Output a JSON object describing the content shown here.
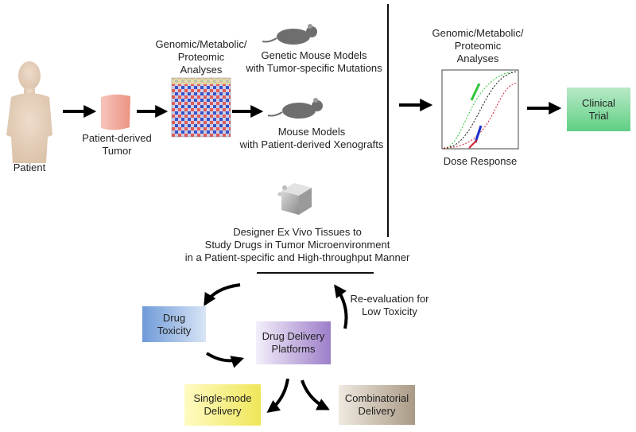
{
  "labels": {
    "patient": "Patient",
    "tumor": "Patient-derived\nTumor",
    "analyses_left": "Genomic/Metabolic/\nProteomic\nAnalyses",
    "mouse_genetic": "Genetic Mouse Models\nwith Tumor-specific Mutations",
    "mouse_xeno": "Mouse Models\nwith Patient-derived Xenografts",
    "analyses_right": "Genomic/Metabolic/\nProteomic\nAnalyses",
    "dose_response": "Dose Response",
    "ex_vivo": "Designer Ex Vivo Tissues to\nStudy Drugs in Tumor Microenvironment\nin a Patient-specific and High-throughput Manner",
    "reevaluation": "Re-evaluation for\nLow Toxicity"
  },
  "boxes": {
    "clinical_trial": "Clinical\nTrial",
    "drug_toxicity": "Drug\nToxicity",
    "drug_delivery": "Drug Delivery\nPlatforms",
    "single_mode": "Single-mode\nDelivery",
    "combinatorial": "Combinatorial\nDelivery"
  },
  "colors": {
    "clinical_trial": [
      "#b9e9c8",
      "#5fcf83"
    ],
    "drug_toxicity": [
      "#6f9ad8",
      "#d9e5f6"
    ],
    "drug_delivery": [
      "#f3effa",
      "#9d7ec9"
    ],
    "single_mode": [
      "#fffbc2",
      "#efe65a"
    ],
    "combinatorial": [
      "#efe9e0",
      "#a99a85"
    ],
    "tumor": [
      "#f7c4bb",
      "#ec9483"
    ],
    "arrow": "#000000",
    "curve_green": "#2fc43a",
    "curve_blue": "#1f2fcf",
    "curve_red": "#cf2030"
  },
  "icons": [
    "patient-silhouette-icon",
    "tumor-tissue-icon",
    "heatmap-icon",
    "mouse-icon",
    "tissue-cube-icon",
    "dose-response-plot-icon"
  ]
}
